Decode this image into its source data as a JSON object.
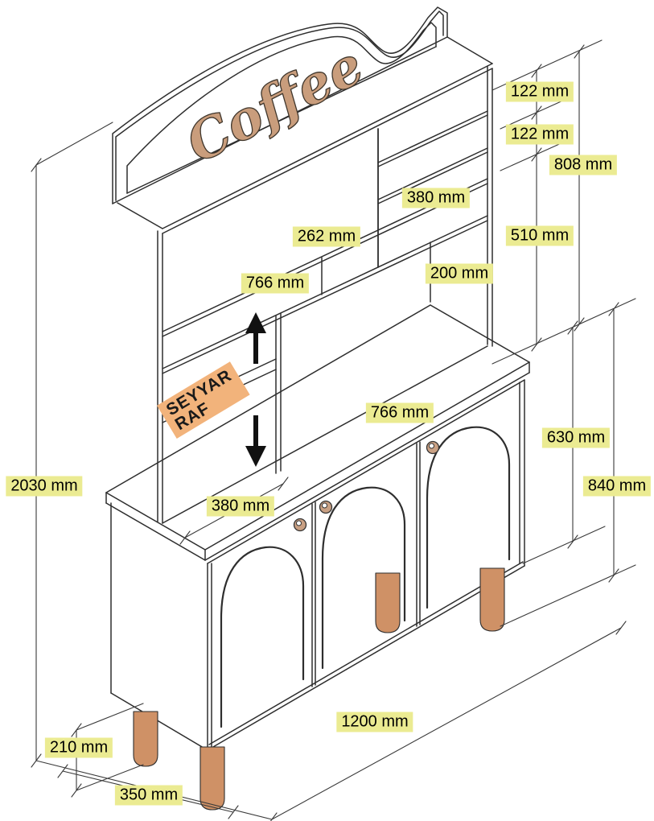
{
  "page": {
    "description": "Isometric dimension drawing of a coffee hutch cabinet",
    "background": "#ffffff"
  },
  "colors": {
    "line": "#2e2e2e",
    "dimension_line": "#3a3a3a",
    "highlight_yellow": "#ebeb92",
    "highlight_orange": "#f2b37b",
    "wood_leg_tan": "#cf9166",
    "knob_tan": "#c9a083",
    "signage_tan": "#c99d7c"
  },
  "signage": {
    "text": "Coffee"
  },
  "movable_shelf": {
    "line1": "SEYYAR",
    "line2": "RAF",
    "arrows": [
      "up-arrow",
      "down-arrow"
    ]
  },
  "dimensions": {
    "cubby_height_1": "122 mm",
    "cubby_height_2": "122 mm",
    "hutch_height": "808 mm",
    "cubby_width_right": "380 mm",
    "cubby_width_left": "262 mm",
    "open_section_height": "510 mm",
    "upper_shelf_width": "766 mm",
    "niche_height": "200 mm",
    "counter_width": "766 mm",
    "base_cabinet_height": "630 mm",
    "base_total_height": "840 mm",
    "total_height": "2030 mm",
    "counter_depth": "380 mm",
    "total_width": "1200 mm",
    "leg_height": "210 mm",
    "total_depth": "350 mm"
  }
}
